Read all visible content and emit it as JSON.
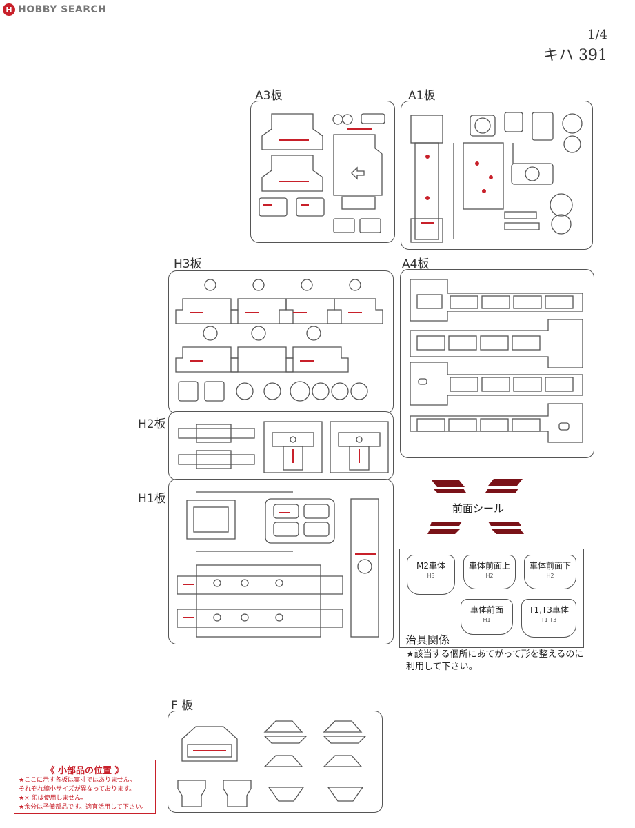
{
  "header": {
    "logo_mark": "H",
    "logo_text": "HOBBY SEARCH",
    "page_number": "1/4",
    "model_name": "キハ 391"
  },
  "sheets": {
    "a3": {
      "label": "A3板",
      "code": "A-3"
    },
    "a1": {
      "label": "A1板",
      "code": "A-1"
    },
    "h3": {
      "label": "H3板",
      "code": "H3"
    },
    "a4": {
      "label": "A4板",
      "code": "A-4"
    },
    "h2": {
      "label": "H2板",
      "code": "H2"
    },
    "h1": {
      "label": "H1板",
      "code": "H1"
    },
    "f": {
      "label": "F 板",
      "code": "F"
    }
  },
  "front_seal": {
    "label": "前面シール"
  },
  "jig": {
    "title": "治具関係",
    "items": [
      {
        "label": "M2車体",
        "sub": "H3"
      },
      {
        "label": "車体前面上",
        "sub": "H2"
      },
      {
        "label": "車体前面下",
        "sub": "H2"
      },
      {
        "label": "車体前面",
        "sub": "H1"
      },
      {
        "label": "T1,T3車体",
        "sub": "T1 T3"
      }
    ],
    "note": "★該当する個所にあてがって形を整えるのに利用して下さい。"
  },
  "small_parts": {
    "title": "《 小部品の位置 》",
    "lines": [
      "★ここに示す各板は実寸ではありません。",
      "それぞれ縮小サイズが異なっております。",
      "★× 印は使用しません。",
      "★余分は予備部品です。適宜活用して下さい。"
    ]
  },
  "colors": {
    "accent_red": "#c8202a",
    "line": "#555555"
  }
}
